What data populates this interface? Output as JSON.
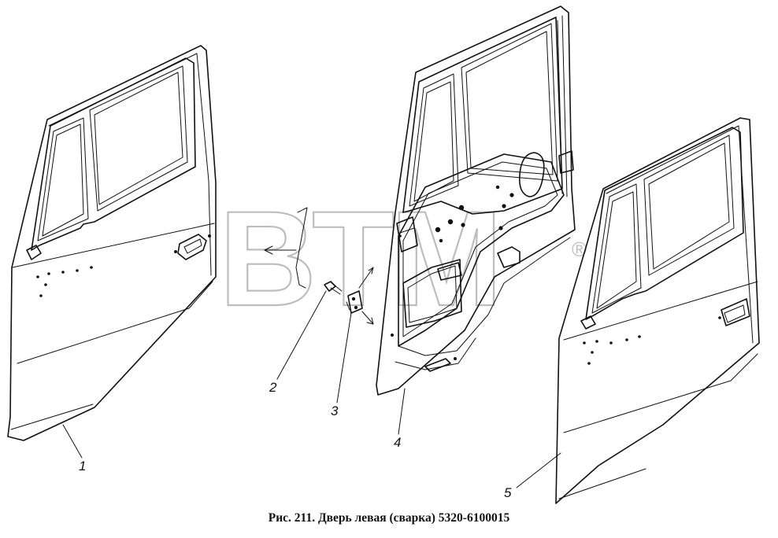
{
  "caption": "Рис. 211. Дверь левая (сварка) 5320-6100015",
  "watermark": {
    "text": "BTM",
    "mark": "®",
    "color": "#bdbdbd"
  },
  "callouts": [
    {
      "id": "door-outer-panel",
      "label": "1"
    },
    {
      "id": "bolt",
      "label": "2"
    },
    {
      "id": "hinge",
      "label": "3"
    },
    {
      "id": "door-frame-assembly",
      "label": "4"
    },
    {
      "id": "door-outer-panel-repeat",
      "label": "5"
    }
  ],
  "line_color": "#111111"
}
